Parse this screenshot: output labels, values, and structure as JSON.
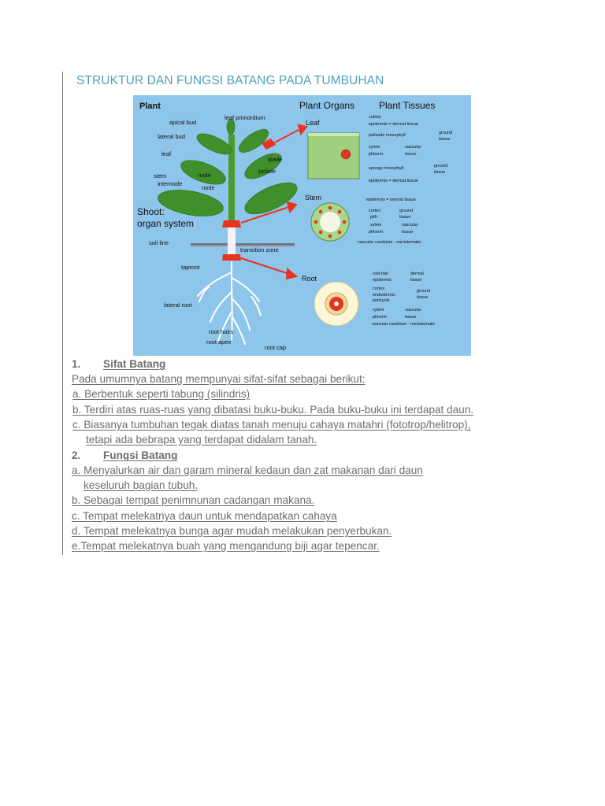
{
  "document": {
    "title": "STRUKTUR DAN FUNGSI BATANG PADA TUMBUHAN",
    "figure": {
      "title": "Plant",
      "organs_header": "Plant Organs",
      "tissues_header": "Plant Tissues",
      "shoot_label_1": "Shoot:",
      "shoot_label_2": "organ system",
      "plant_labels": {
        "apical_bud": "apical bud",
        "leaf_primordium": "leaf primordium",
        "lateral_bud": "lateral bud",
        "leaf": "leaf",
        "blade": "blade",
        "petiole": "petiole",
        "stem": "stem",
        "node_1": "node",
        "internode": "internode",
        "node_2": "node",
        "soil_line": "soil line",
        "transition_zone": "transition zone",
        "taproot": "taproot",
        "lateral_root": "lateral root",
        "root_hairs": "root hairs",
        "root_apex": "root apex",
        "root_cap": "root cap"
      },
      "organ_labels": {
        "leaf": "Leaf",
        "stem": "Stem",
        "root": "Root"
      },
      "leaf_tissues": {
        "cuticle": "cuticle",
        "epidermis": "epidermis = dermal tissue",
        "palisade": "palisade mesophyll",
        "ground_1": "ground",
        "tissue_1": "tissue",
        "xylem": "xylem",
        "phloem": "phloem",
        "vascular": "vascular",
        "tissue_2": "tissue",
        "spongy": "spongy mesophyll",
        "ground_2": "ground",
        "tissue_3": "tissue",
        "lower_epidermis": "epidermis = dermal tissue"
      },
      "stem_tissues": {
        "epidermis": "epidermis = dermal tissue",
        "cortex": "cortex",
        "pith": "pith",
        "ground": "ground",
        "tissue_1": "tissue",
        "xylem": "xylem",
        "phloem": "phloem",
        "vascular": "vascular",
        "tissue_2": "tissue",
        "cambium": "vascular cambium - meristematic"
      },
      "root_tissues": {
        "root_hair": "root hair",
        "epidermis": "epidermis",
        "dermal": "dermal",
        "tissue_1": "tissue",
        "cortex": "cortex",
        "endodermis": "endodermis",
        "pericycle": "pericycle",
        "ground": "ground",
        "tissue_2": "tissue",
        "xylem": "xylem",
        "phloem": "phloem",
        "vascular": "vascular",
        "tissue_3": "tissue",
        "cambium": "vascular cambium - meristematic"
      }
    },
    "section1": {
      "number": "1.",
      "heading": "Sifat Batang",
      "intro": "Pada umumnya batang mempunyai sifat-sifat sebagai berikut:",
      "item_a": "a. Berbentuk seperti tabung (silindris)",
      "item_b": "b. Terdiri atas ruas-ruas yang dibatasi buku-buku. Pada buku-buku ini terdapat daun.",
      "item_c_1": "c. Biasanya tumbuhan tegak diatas tanah menuju cahaya matahri (fototrop/helitrop),",
      "item_c_2": "tetapi ada bebrapa yang terdapat didalam tanah."
    },
    "section2": {
      "number": "2.",
      "heading": "Fungsi Batang",
      "item_a_1": "a. Menyalurkan air dan garam mineral kedaun dan zat  makanan dari daun",
      "item_a_2": "keseluruh bagian tubuh.",
      "item_b": "b. Sebagai tempat penimnunan cadangan makana.",
      "item_c_letter": "c.",
      "item_c_text": " Tempat melekatnya daun untuk mendapatkan cahaya",
      "item_d": "d. Tempat melekatnya bunga agar mudah melakukan penyerbukan.",
      "item_e": "e.Tempat melekatnya buah yang mengandung biji agar tepencar."
    },
    "colors": {
      "title": "#4f9fbd",
      "body_text": "#6d6d6d",
      "figure_background": "#8ec5ea",
      "leaf_green": "#3f8f2a",
      "marker_red": "#e8331e"
    }
  }
}
